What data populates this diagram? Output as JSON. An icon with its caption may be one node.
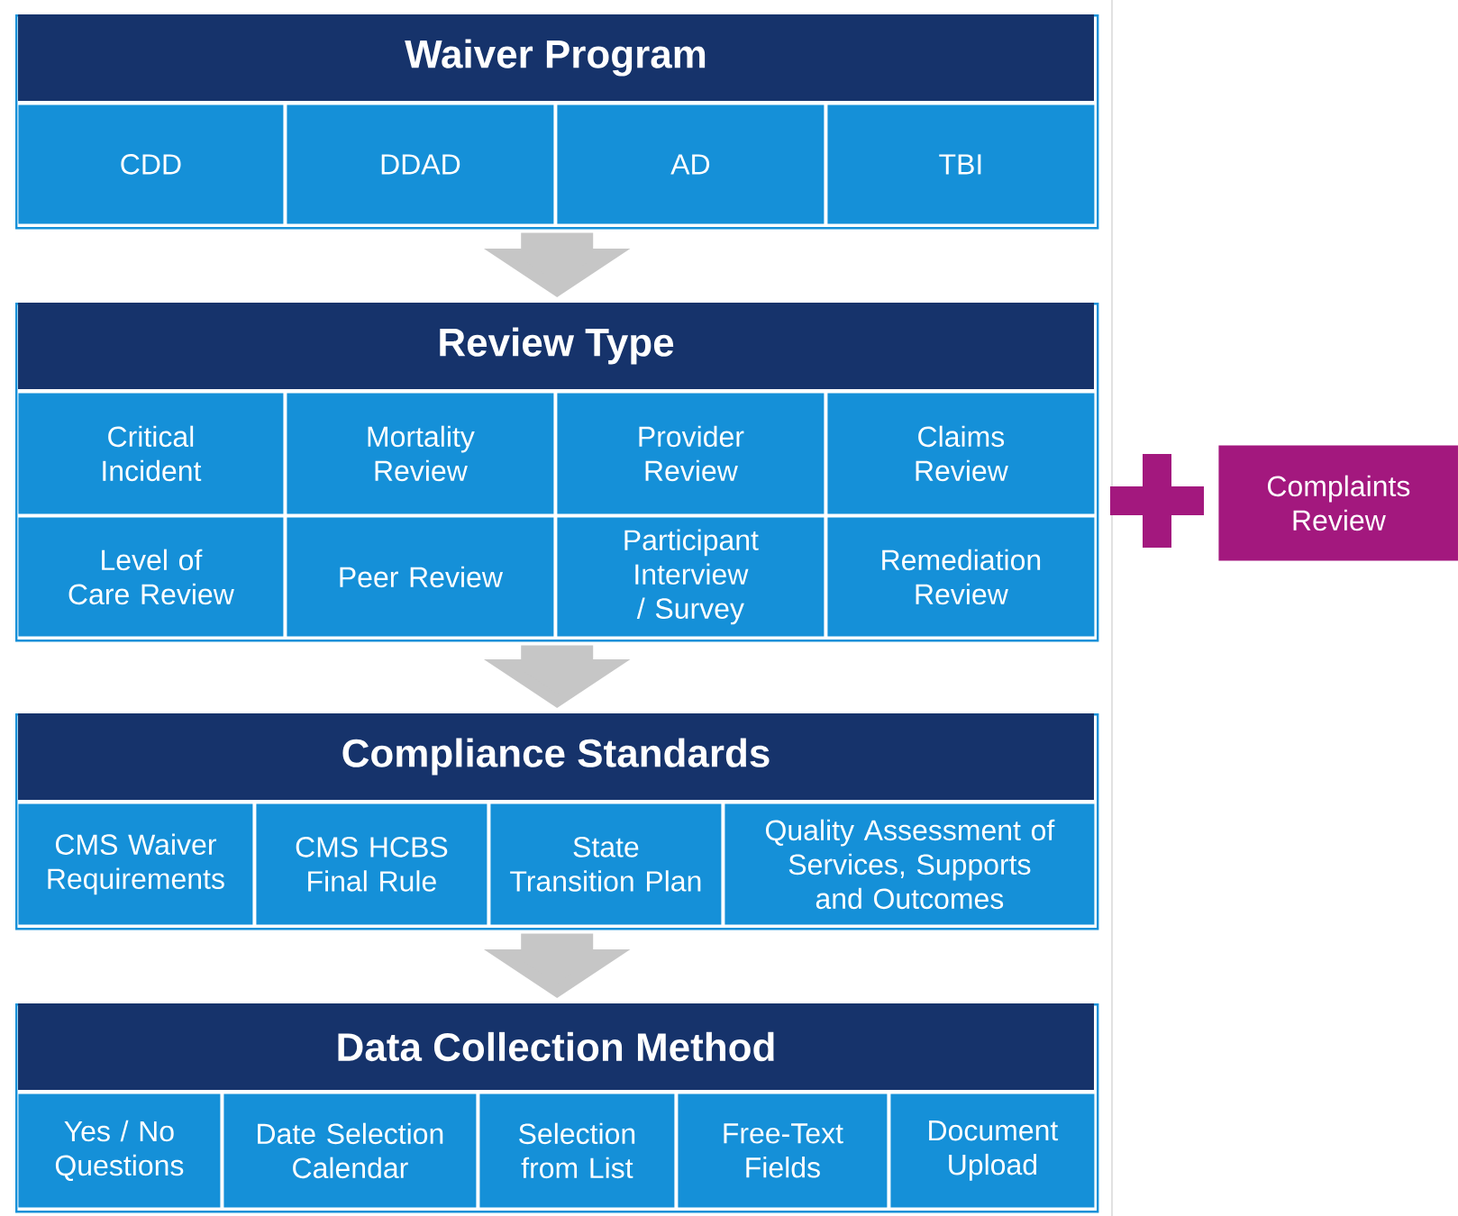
{
  "diagram": {
    "nodes": [
      {
        "text": [
          "Waiver Program"
        ]
      },
      {
        "text": [
          "CDD"
        ],
        "in": 0
      },
      {
        "text": [
          "DDAD"
        ],
        "in": 0
      },
      {
        "text": [
          "AD"
        ],
        "in": 0
      },
      {
        "text": [
          "TBI"
        ],
        "in": 0
      },
      {
        "text": [
          "Review Type"
        ]
      },
      {
        "text": [
          "Critical Incident"
        ],
        "in": 5
      },
      {
        "text": [
          "Mortality Review"
        ],
        "in": 5
      },
      {
        "text": [
          "Provider Review"
        ],
        "in": 5
      },
      {
        "text": [
          "Claims Review"
        ],
        "in": 5
      },
      {
        "text": [
          "Level of Care Review"
        ],
        "in": 5
      },
      {
        "text": [
          "Peer Review"
        ],
        "in": 5
      },
      {
        "text": [
          "Participant Interview / Survey"
        ],
        "in": 5
      },
      {
        "text": [
          "Remediation Review"
        ],
        "in": 5
      },
      {
        "text": [
          "Complaints Review"
        ]
      },
      {
        "text": [
          "Compliance Standards"
        ]
      },
      {
        "text": [
          "CMS Waiver Requirements"
        ],
        "in": 15
      },
      {
        "text": [
          "CMS HCBS Final Rule"
        ],
        "in": 15
      },
      {
        "text": [
          "State Transition Plan"
        ],
        "in": 15
      },
      {
        "text": [
          "Quality Assessment of Services, Supports and Outcomes"
        ],
        "in": 15
      },
      {
        "text": [
          "Data Collection Method"
        ]
      },
      {
        "text": [
          "Yes / No Questions"
        ],
        "in": 20
      },
      {
        "text": [
          "Date Selection Calendar"
        ],
        "in": 20
      },
      {
        "text": [
          "Selection from List"
        ],
        "in": 20
      },
      {
        "text": [
          "Free-Text Fields"
        ],
        "in": 20
      },
      {
        "text": [
          "Document Upload"
        ],
        "in": 20
      }
    ],
    "edges": [
      {
        "from": 0,
        "to": 5,
        "arrow": "to"
      },
      {
        "from": 5,
        "to": 15,
        "arrow": "to"
      },
      {
        "from": 15,
        "to": 20,
        "arrow": "to"
      }
    ]
  }
}
